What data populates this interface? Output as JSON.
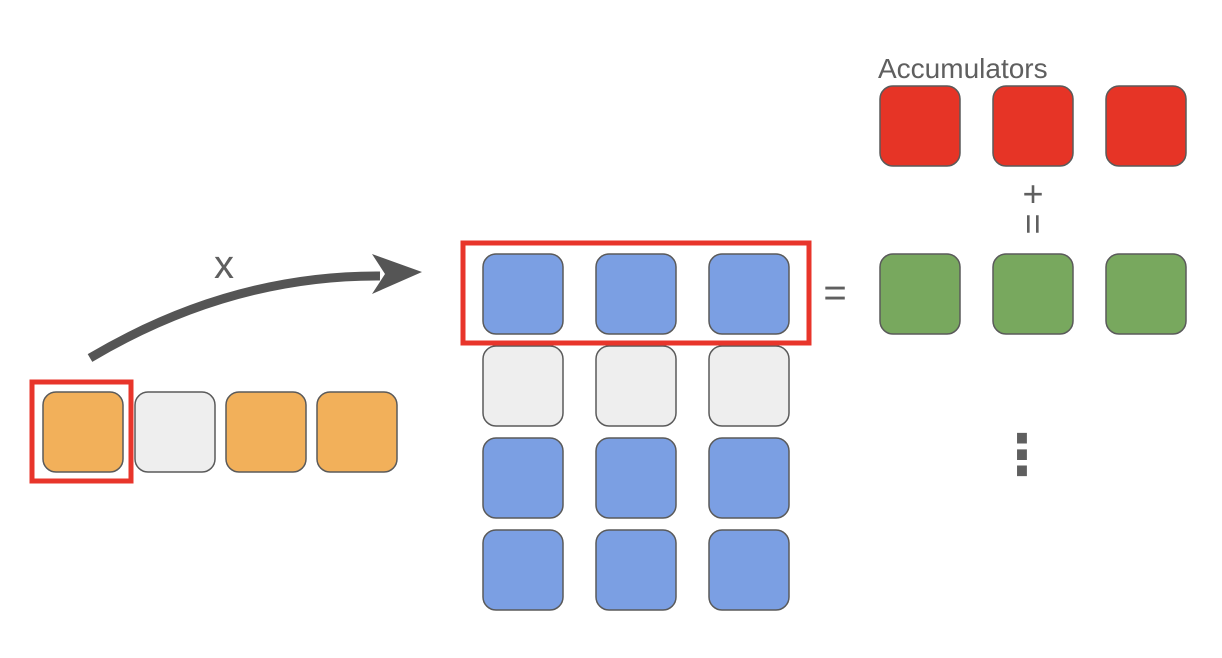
{
  "diagram": {
    "accumulators_label": "Accumulators",
    "multiply_symbol": "x",
    "equals_symbol": "=",
    "plus_symbol": "+",
    "ellipsis_symbol": "⋮",
    "colors": {
      "vector_cell": "#f2b05a",
      "empty_cell": "#eeeeee",
      "matrix_cell": "#7b9fe3",
      "accumulator_cell": "#e63426",
      "result_cell": "#78a85e",
      "highlight_border": "#e8352b",
      "cell_border": "#5a5a5a",
      "arrow": "#555555"
    },
    "input_vector": {
      "cells": [
        "value",
        "empty",
        "value",
        "value"
      ],
      "highlighted_index": 0
    },
    "matrix": {
      "rows": [
        [
          "value",
          "value",
          "value"
        ],
        [
          "empty",
          "empty",
          "empty"
        ],
        [
          "value",
          "value",
          "value"
        ],
        [
          "value",
          "value",
          "value"
        ]
      ],
      "highlighted_row": 0
    },
    "accumulators": {
      "count": 3
    },
    "results": {
      "count": 3
    }
  }
}
